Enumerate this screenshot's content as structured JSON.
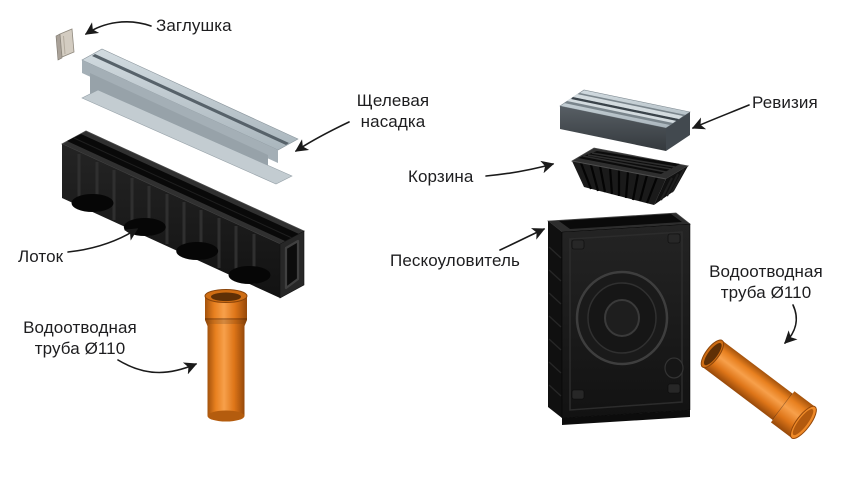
{
  "diagram": {
    "labels": {
      "end_cap": "Заглушка",
      "slot_top": {
        "line1": "Щелевая",
        "line2": "насадка"
      },
      "channel": "Лоток",
      "drain_pipe_left": {
        "line1": "Водоотводная",
        "line2": "труба Ø110"
      },
      "inspection": "Ревизия",
      "basket": "Корзина",
      "sand_trap": "Пескоуловитель",
      "drain_pipe_right": {
        "line1": "Водоотводная",
        "line2": "труба Ø110"
      }
    },
    "colors": {
      "background": "#ffffff",
      "text": "#1d1d1f",
      "arrow": "#1a1a1a",
      "steel_light": "#c9d3d8",
      "steel_dark": "#97a2a9",
      "plastic_black": "#1a1a1a",
      "pipe_orange": "#e87d1e"
    }
  }
}
